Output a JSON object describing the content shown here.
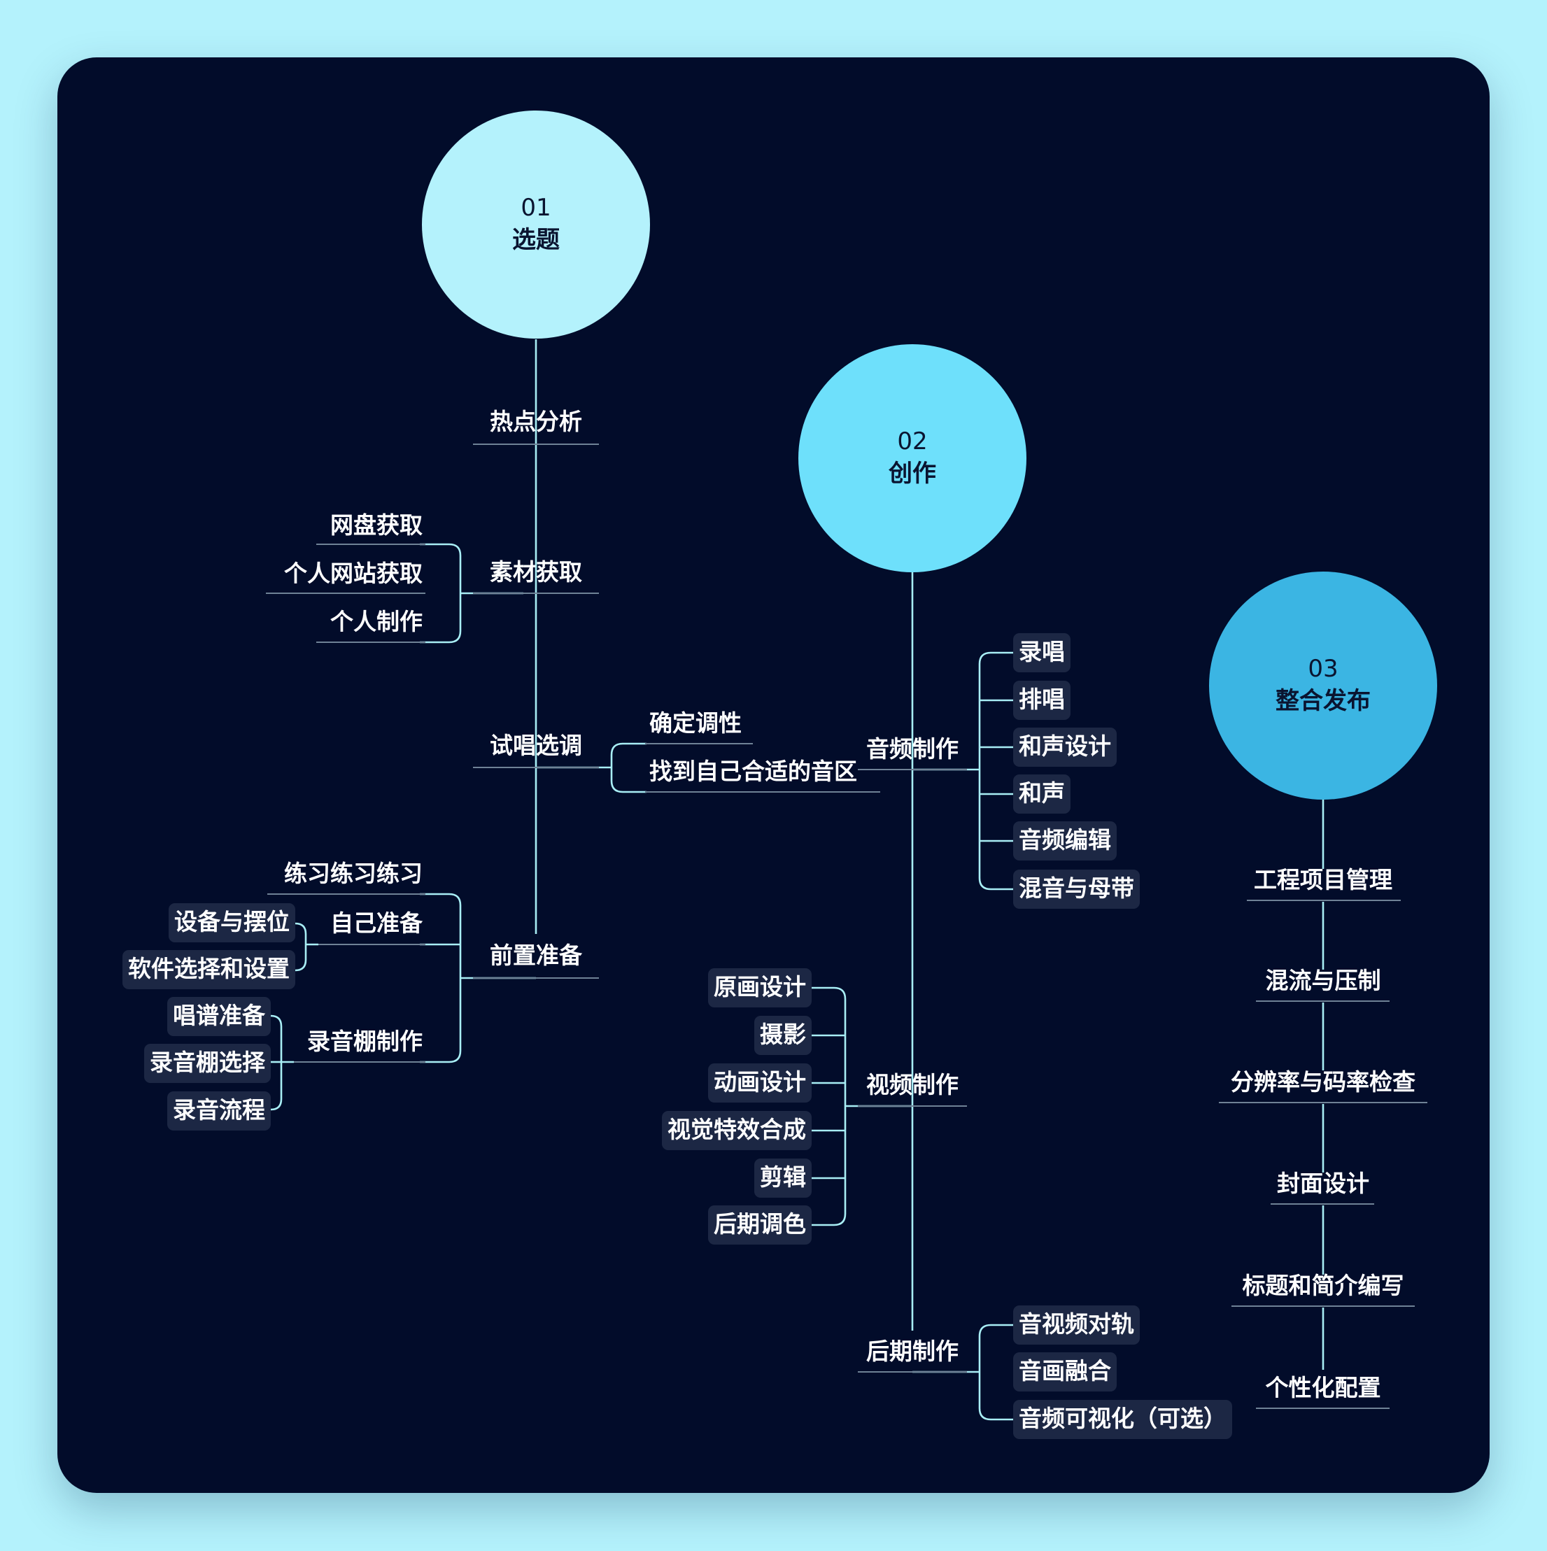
{
  "stages": [
    {
      "num": "01",
      "title": "选题",
      "color": "#b4f2fc"
    },
    {
      "num": "02",
      "title": "创作",
      "color": "#6ee0fb"
    },
    {
      "num": "03",
      "title": "整合发布",
      "color": "#3bb5e3"
    }
  ],
  "stage1": {
    "hotspot": "热点分析",
    "material": {
      "label": "素材获取",
      "items": [
        "网盘获取",
        "个人网站获取",
        "个人制作"
      ]
    },
    "trial": {
      "label": "试唱选调",
      "items": [
        "确定调性",
        "找到自己合适的音区"
      ]
    },
    "prep": {
      "label": "前置准备",
      "practice": "练习练习练习",
      "self": {
        "label": "自己准备",
        "items": [
          "设备与摆位",
          "软件选择和设置"
        ]
      },
      "studio": {
        "label": "录音棚制作",
        "items": [
          "唱谱准备",
          "录音棚选择",
          "录音流程"
        ]
      }
    }
  },
  "stage2": {
    "audio": {
      "label": "音频制作",
      "items": [
        "录唱",
        "排唱",
        "和声设计",
        "和声",
        "音频编辑",
        "混音与母带"
      ]
    },
    "video": {
      "label": "视频制作",
      "items": [
        "原画设计",
        "摄影",
        "动画设计",
        "视觉特效合成",
        "剪辑",
        "后期调色"
      ]
    },
    "post": {
      "label": "后期制作",
      "items": [
        "音视频对轨",
        "音画融合",
        "音频可视化（可选）"
      ]
    }
  },
  "stage3": {
    "items": [
      "工程项目管理",
      "混流与压制",
      "分辨率与码率检查",
      "封面设计",
      "标题和简介编写",
      "个性化配置"
    ]
  }
}
